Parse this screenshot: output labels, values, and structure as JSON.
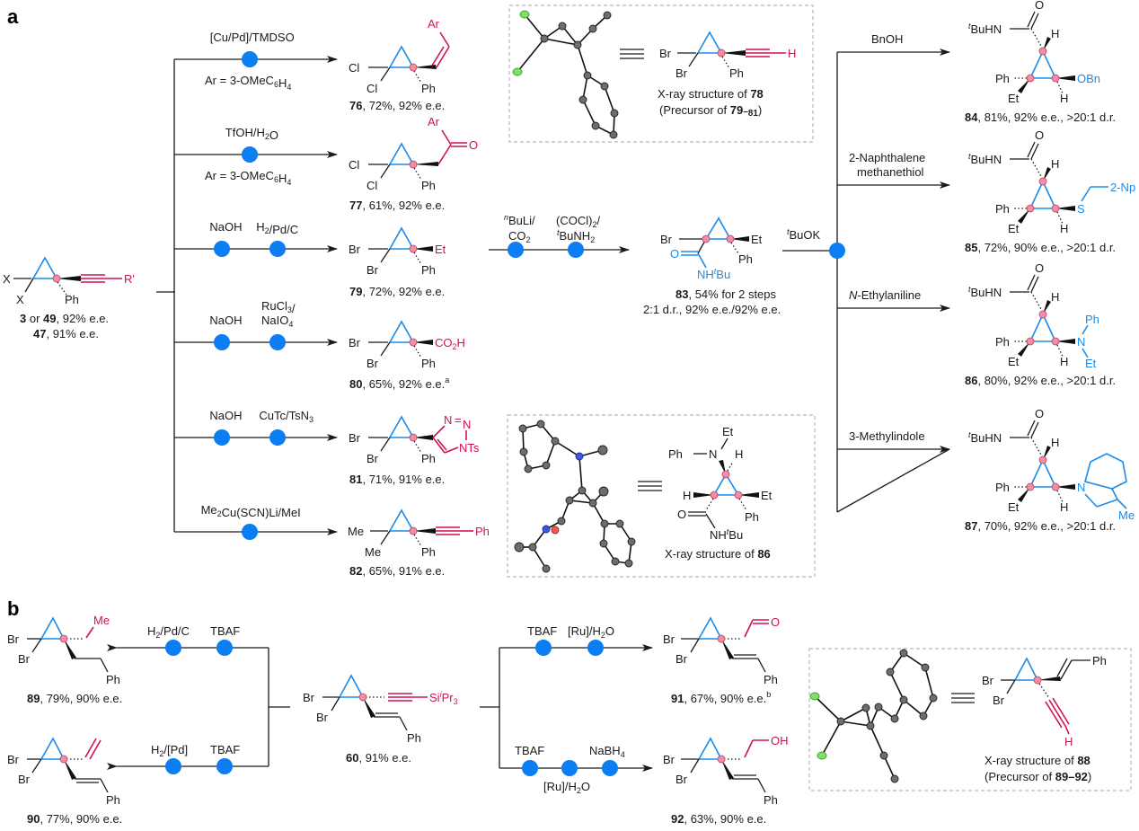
{
  "panels": {
    "a": "a",
    "b": "b"
  },
  "colors": {
    "ring": "#1a8be8",
    "modified": "#d0124f",
    "step_dot": "#0a7ef2",
    "stereocenter": "#ef8fa5",
    "xray_box": "#b8b8b8"
  },
  "panel_a": {
    "start": {
      "substituents": {
        "x1": "X",
        "x2": "X",
        "ph": "Ph",
        "r": "R'"
      },
      "caption_line1": {
        "bold1": "3",
        "mid": " or ",
        "bold2": "49",
        "rest": ", 92% e.e."
      },
      "caption_line2": {
        "bold": "47",
        "rest": ", 91% e.e."
      }
    },
    "routes": [
      {
        "id": "76",
        "reagents_above": [
          "[Cu/Pd]/TMDSO"
        ],
        "reagents_below": [
          "Ar = 3-OMeC6H4"
        ],
        "steps": 1,
        "product": {
          "x1": "Cl",
          "x2": "Cl",
          "ph": "Ph",
          "group": "Ar",
          "caption_bold": "76",
          "caption_rest": ", 72%, 92% e.e."
        }
      },
      {
        "id": "77",
        "reagents_above": [
          "TfOH/H2O"
        ],
        "reagents_below": [
          "Ar = 3-OMeC6H4"
        ],
        "steps": 1,
        "product": {
          "x1": "Cl",
          "x2": "Cl",
          "ph": "Ph",
          "group": "Ar",
          "carbonyl": "O",
          "caption_bold": "77",
          "caption_rest": ", 61%, 92% e.e."
        }
      },
      {
        "id": "79",
        "reagents_above": [
          "NaOH",
          "H2/Pd/C"
        ],
        "steps": 2,
        "product": {
          "x1": "Br",
          "x2": "Br",
          "ph": "Ph",
          "group": "Et",
          "caption_bold": "79",
          "caption_rest": ", 72%, 92% e.e."
        }
      },
      {
        "id": "80",
        "reagents_above": [
          "NaOH",
          "RuCl3/ NaIO4"
        ],
        "steps": 2,
        "product": {
          "x1": "Br",
          "x2": "Br",
          "ph": "Ph",
          "group": "CO2H",
          "caption_bold": "80",
          "caption_rest": ", 65%, 92% e.e.",
          "footnote": "a"
        }
      },
      {
        "id": "81",
        "reagents_above": [
          "NaOH",
          "CuTc/TsN3"
        ],
        "steps": 2,
        "product": {
          "x1": "Br",
          "x2": "Br",
          "ph": "Ph",
          "group": "N=N / NTs triazole",
          "caption_bold": "81",
          "caption_rest": ", 71%, 91% e.e."
        }
      },
      {
        "id": "82",
        "reagents_above": [
          "Me2Cu(SCN)Li/MeI"
        ],
        "steps": 1,
        "product": {
          "x1": "Me",
          "x2": "Me",
          "ph": "Ph",
          "group": "Ph",
          "caption_bold": "82",
          "caption_rest": ", 65%, 91% e.e."
        }
      }
    ],
    "xray_78": {
      "x1": "Br",
      "x2": "Br",
      "ph": "Ph",
      "alkyne_end": "H",
      "caption_line1": {
        "text": "X-ray structure of ",
        "bold": "78"
      },
      "caption_line2": {
        "text": "(Precursor of ",
        "bold": "79",
        "sub": "81",
        "end": ")"
      }
    },
    "to_83": {
      "reagent1_line1": "nBuLi/",
      "reagent1_line2": "CO2",
      "reagent2_line1": "(COCl)2/",
      "reagent2_line2": "tBuNH2",
      "product": {
        "br": "Br",
        "et": "Et",
        "ph": "Ph",
        "o": "O",
        "amide": "NHtBu",
        "caption_line1": {
          "bold": "83",
          "rest": ", 54% for 2 steps"
        },
        "caption_line2": "2:1 d.r., 92% e.e./92% e.e."
      }
    },
    "base_step": "tBuOK",
    "branches": [
      {
        "nucleophile": "BnOH",
        "group": "OBn",
        "caption_bold": "84",
        "caption_rest": ", 81%, 92% e.e., >20:1 d.r."
      },
      {
        "nucleophile_line1": "2-Naphthalene",
        "nucleophile_line2": "methanethiol",
        "group": "S–CH2–2-Np",
        "caption_bold": "85",
        "caption_rest": ", 72%, 90% e.e., >20:1 d.r."
      },
      {
        "nucleophile": "N-Ethylaniline",
        "group": "N(Ph)Et",
        "caption_bold": "86",
        "caption_rest": ", 80%, 92% e.e., >20:1 d.r."
      },
      {
        "nucleophile": "3-Methylindole",
        "group": "3-methylindol-1-yl",
        "caption_bold": "87",
        "caption_rest": ", 70%, 92% e.e., >20:1 d.r."
      }
    ],
    "branch_common": {
      "amide": "tBuHN",
      "o": "O",
      "h": "H",
      "ph": "Ph",
      "et": "Et"
    },
    "xray_86": {
      "caption": {
        "text": "X-ray structure of ",
        "bold": "86"
      },
      "labels": {
        "et": "Et",
        "ph": "Ph",
        "n": "N",
        "h": "H",
        "o": "O",
        "amide": "NHtBu"
      }
    }
  },
  "panel_b": {
    "start": {
      "br1": "Br",
      "br2": "Br",
      "ph": "Ph",
      "silyl": "SiiPr3",
      "caption_bold": "60",
      "caption_rest": ", 91% e.e."
    },
    "left_routes": [
      {
        "reagents": [
          "H2/Pd/C",
          "TBAF"
        ],
        "product": {
          "br1": "Br",
          "br2": "Br",
          "ph": "Ph",
          "group": "Me",
          "caption_bold": "89",
          "caption_rest": ", 79%, 90% e.e."
        }
      },
      {
        "reagents": [
          "H2/[Pd]",
          "TBAF"
        ],
        "product": {
          "br1": "Br",
          "br2": "Br",
          "ph": "Ph",
          "group": "vinyl",
          "caption_bold": "90",
          "caption_rest": ", 77%, 90% e.e."
        }
      }
    ],
    "right_routes": [
      {
        "reagents_above": [
          "TBAF",
          "[Ru]/H2O"
        ],
        "product": {
          "br1": "Br",
          "br2": "Br",
          "ph": "Ph",
          "group": "O",
          "caption_bold": "91",
          "caption_rest": ", 67%, 90% e.e.",
          "footnote": "b"
        }
      },
      {
        "reagents_above": [
          "TBAF",
          "NaBH4"
        ],
        "reagents_below": [
          "[Ru]/H2O"
        ],
        "product": {
          "br1": "Br",
          "br2": "Br",
          "ph": "Ph",
          "group": "OH",
          "caption_bold": "92",
          "caption_rest": ", 63%, 90% e.e."
        }
      }
    ],
    "xray_88": {
      "br1": "Br",
      "br2": "Br",
      "ph": "Ph",
      "alkyne_end": "H",
      "caption_line1": {
        "text": "X-ray structure of ",
        "bold": "88"
      },
      "caption_line2": {
        "text": "(Precursor of ",
        "bold": "89–92",
        "end": ")"
      }
    }
  }
}
